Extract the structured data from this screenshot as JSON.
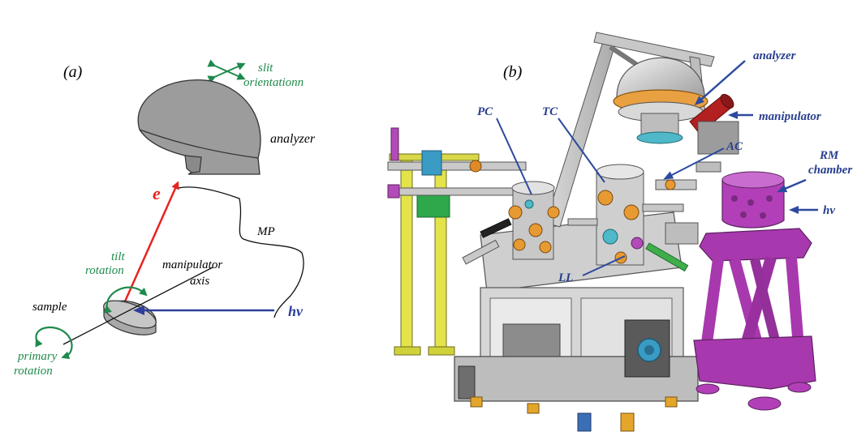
{
  "panel_a": {
    "label": "(a)",
    "slit_line1": "slit",
    "slit_line2": "orientationn",
    "analyzer": "analyzer",
    "e": "e",
    "mp": "MP",
    "tilt_line1": "tilt",
    "tilt_line2": "rotation",
    "manip_line1": "manipulator",
    "manip_line2": "axis",
    "sample": "sample",
    "hv": "hν",
    "primary_line1": "primary",
    "primary_line2": "rotation"
  },
  "panel_b": {
    "label": "(b)",
    "analyzer": "analyzer",
    "manipulator": "manipulator",
    "pc": "PC",
    "tc": "TC",
    "ac": "AC",
    "rm_line1": "RM",
    "rm_line2": "chamber",
    "hv": "hν",
    "ll": "LL"
  },
  "colors": {
    "electron": "#e8231f",
    "photon": "#2c3f9e",
    "rotation": "#1f8a4c",
    "label_blue": "#283f8f",
    "magenta": "#b23fb8",
    "yellow": "#e3e34a"
  }
}
